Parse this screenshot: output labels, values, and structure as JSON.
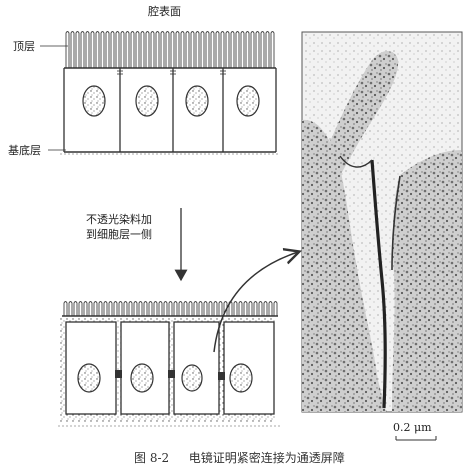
{
  "labels": {
    "luminal_surface": "腔表面",
    "apical_layer": "顶层",
    "basal_layer": "基底层",
    "instruction_line1": "不透光染料加",
    "instruction_line2": "到细胞层一侧"
  },
  "scale_bar": {
    "label": "0.2 μm"
  },
  "caption": {
    "number": "图 8-2",
    "text": "电镜证明紧密连接为通透屏障"
  }
}
